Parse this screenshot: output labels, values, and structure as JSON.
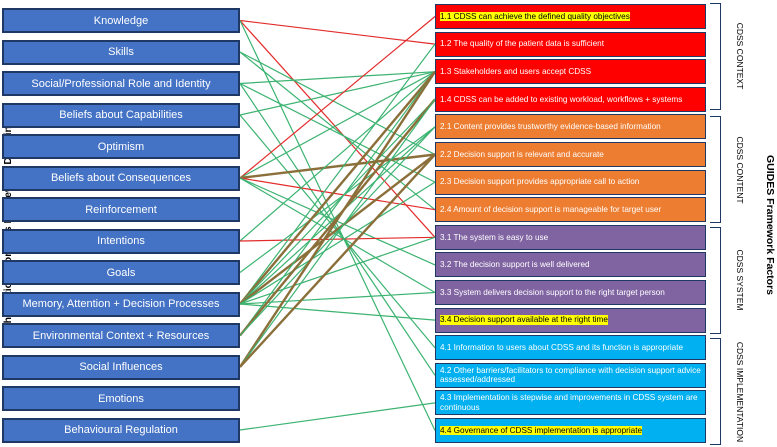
{
  "left_axis_title": "Theoretical Domains Framework Domains",
  "right_axis_title": "GUIDES Framework Factors",
  "tdf_domains": [
    "Knowledge",
    "Skills",
    "Social/Professional Role and Identity",
    "Beliefs about Capabilities",
    "Optimism",
    "Beliefs about Consequences",
    "Reinforcement",
    "Intentions",
    "Goals",
    "Memory, Attention + Decision Processes",
    "Environmental Context + Resources",
    "Social Influences",
    "Emotions",
    "Behavioural Regulation"
  ],
  "guides_factors": [
    {
      "label": "1.1 CDSS can achieve the defined quality objectives",
      "group": "red",
      "highlight": true
    },
    {
      "label": "1.2 The quality of the patient data is sufficient",
      "group": "red",
      "highlight": false
    },
    {
      "label": "1.3 Stakeholders and users accept CDSS",
      "group": "red",
      "highlight": false
    },
    {
      "label": "1.4 CDSS can be added to existing workload, workflows + systems",
      "group": "red",
      "highlight": false
    },
    {
      "label": "2.1 Content provides trustworthy evidence-based information",
      "group": "orange",
      "highlight": false
    },
    {
      "label": "2.2 Decision support is relevant and accurate",
      "group": "orange",
      "highlight": false
    },
    {
      "label": "2.3 Decision support provides  appropriate call to action",
      "group": "orange",
      "highlight": false
    },
    {
      "label": "2.4 Amount of decision support is manageable for target user",
      "group": "orange",
      "highlight": false
    },
    {
      "label": "3.1 The system is easy to use",
      "group": "purple",
      "highlight": false
    },
    {
      "label": "3.2 The decision support is well delivered",
      "group": "purple",
      "highlight": false
    },
    {
      "label": "3.3 System delivers decision support to the right target person",
      "group": "purple",
      "highlight": false
    },
    {
      "label": "3.4 Decision support available at the right time",
      "group": "purple",
      "highlight": true
    },
    {
      "label": "4.1 Information to users about CDSS and its function is appropriate",
      "group": "blue",
      "highlight": false
    },
    {
      "label": "4.2 Other barriers/facilitators to compliance with decision support advice assessed/addressed",
      "group": "blue",
      "highlight": false
    },
    {
      "label": "4.3 Implementation is stepwise and improvements in CDSS system are continuous",
      "group": "blue",
      "highlight": false
    },
    {
      "label": "4.4 Governance of CDSS implementation is appropriate",
      "group": "blue",
      "highlight": true
    }
  ],
  "group_labels": [
    "CDSS CONTEXT",
    "CDSS CONTENT",
    "CDSS SYSTEM",
    "CDSS IMPLEMENTATION"
  ],
  "line_colors": {
    "red": "#e32b2b",
    "green": "#3cb371",
    "brown": "#8b6f3a"
  },
  "connections": [
    {
      "from": 0,
      "to": 1,
      "color": "red"
    },
    {
      "from": 0,
      "to": 8,
      "color": "red"
    },
    {
      "from": 0,
      "to": 15,
      "color": "green"
    },
    {
      "from": 1,
      "to": 5,
      "color": "green"
    },
    {
      "from": 1,
      "to": 7,
      "color": "green"
    },
    {
      "from": 2,
      "to": 2,
      "color": "green"
    },
    {
      "from": 2,
      "to": 6,
      "color": "green"
    },
    {
      "from": 2,
      "to": 13,
      "color": "green"
    },
    {
      "from": 3,
      "to": 2,
      "color": "green"
    },
    {
      "from": 3,
      "to": 12,
      "color": "green"
    },
    {
      "from": 5,
      "to": 0,
      "color": "red"
    },
    {
      "from": 5,
      "to": 2,
      "color": "green"
    },
    {
      "from": 5,
      "to": 5,
      "color": "brown"
    },
    {
      "from": 5,
      "to": 7,
      "color": "red"
    },
    {
      "from": 5,
      "to": 9,
      "color": "green"
    },
    {
      "from": 5,
      "to": 10,
      "color": "green"
    },
    {
      "from": 7,
      "to": 2,
      "color": "green"
    },
    {
      "from": 7,
      "to": 8,
      "color": "red"
    },
    {
      "from": 8,
      "to": 4,
      "color": "green"
    },
    {
      "from": 9,
      "to": 1,
      "color": "green"
    },
    {
      "from": 9,
      "to": 2,
      "color": "brown"
    },
    {
      "from": 9,
      "to": 3,
      "color": "green"
    },
    {
      "from": 9,
      "to": 4,
      "color": "green"
    },
    {
      "from": 9,
      "to": 5,
      "color": "brown"
    },
    {
      "from": 9,
      "to": 6,
      "color": "green"
    },
    {
      "from": 9,
      "to": 8,
      "color": "green"
    },
    {
      "from": 9,
      "to": 10,
      "color": "green"
    },
    {
      "from": 9,
      "to": 11,
      "color": "green"
    },
    {
      "from": 10,
      "to": 2,
      "color": "green"
    },
    {
      "from": 10,
      "to": 3,
      "color": "brown"
    },
    {
      "from": 10,
      "to": 4,
      "color": "green"
    },
    {
      "from": 11,
      "to": 2,
      "color": "brown"
    },
    {
      "from": 11,
      "to": 3,
      "color": "green"
    },
    {
      "from": 11,
      "to": 5,
      "color": "brown"
    },
    {
      "from": 13,
      "to": 14,
      "color": "green"
    }
  ]
}
